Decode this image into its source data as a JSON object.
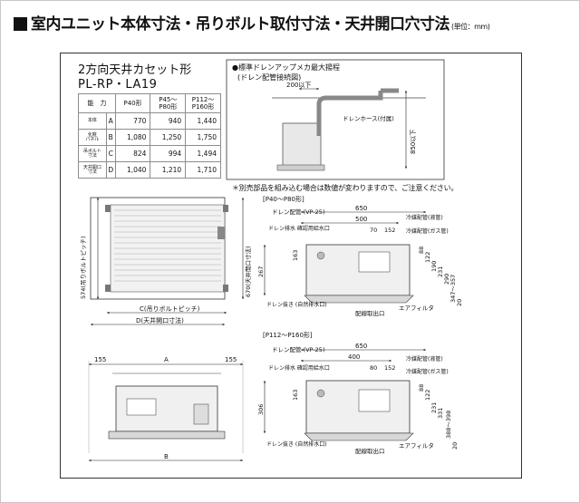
{
  "heading": {
    "title": "室内ユニット本体寸法・吊りボルト取付寸法・天井開口穴寸法",
    "unit": "(単位：mm)"
  },
  "model": {
    "title": "2方向天井カセット形",
    "name": "PL-RP・LA19"
  },
  "table": {
    "headers": [
      "能　力",
      "P40形",
      "P45～\nP80形",
      "P112～\nP160形"
    ],
    "rows": [
      {
        "label": "本体",
        "code": "A",
        "values": [
          "770",
          "940",
          "1,440"
        ]
      },
      {
        "label": "化粧\nパネル",
        "code": "B",
        "values": [
          "1,080",
          "1,250",
          "1,750"
        ]
      },
      {
        "label": "吊ボルト\n寸法",
        "code": "C",
        "values": [
          "824",
          "994",
          "1,494"
        ]
      },
      {
        "label": "天井開口\n寸法",
        "code": "D",
        "values": [
          "1,040",
          "1,210",
          "1,710"
        ]
      }
    ]
  },
  "drain_diagram": {
    "title": "●標準ドレンアップメカ最大揚程",
    "subtitle": "(ドレン配管接続図)",
    "dim_width": "200以下",
    "hose_label": "ドレンホース(付属)",
    "dim_height": "850以下"
  },
  "note": "＊別売部品を組み込む場合は数値が変わりますので、ご注意ください。",
  "top_view": {
    "dim_c": "C(吊りボルトピッチ)",
    "dim_d": "D(天井開口寸法)",
    "dim_574": "574(吊りボルトピッチ)",
    "dim_670": "670(天井開口寸法)"
  },
  "front_view": {
    "dim_155_left": "155",
    "dim_a": "A",
    "dim_155_right": "155",
    "dim_b": "B"
  },
  "side_small": {
    "section": "[P40～P80形]",
    "drain_pipe": "ドレン配管\n(VP-25)",
    "drain_plug": "ドレン排水\n確認用給水口",
    "drain_out": "ドレン抜き\n(自然排水口)",
    "wiring": "配線取出口",
    "filter": "エアフィルタ",
    "liquid": "冷媒配管(液管)",
    "gas": "冷媒配管(ガス管)",
    "dims": {
      "d650": "650",
      "d500": "500",
      "d70": "70",
      "d152": "152",
      "d267": "267",
      "d163": "163",
      "d88": "88",
      "d122": "122",
      "d190": "190",
      "d231": "231",
      "d290": "290",
      "d347_357": "347～357",
      "d20": "20"
    }
  },
  "side_large": {
    "section": "[P112～P160形]",
    "drain_pipe": "ドレン配管\n(VP-25)",
    "drain_plug": "ドレン排水\n確認用給水口",
    "drain_out": "ドレン抜き\n(自然排水口)",
    "wiring": "配線取出口",
    "filter": "エアフィルタ",
    "liquid": "冷媒配管(液管)",
    "gas": "冷媒配管(ガス管)",
    "dims": {
      "d650": "650",
      "d400": "400",
      "d80": "80",
      "d152": "152",
      "d306": "306",
      "d163": "163",
      "d88": "88",
      "d122": "122",
      "d231": "231",
      "d331": "331",
      "d388_398": "388～398",
      "d20": "20"
    }
  }
}
